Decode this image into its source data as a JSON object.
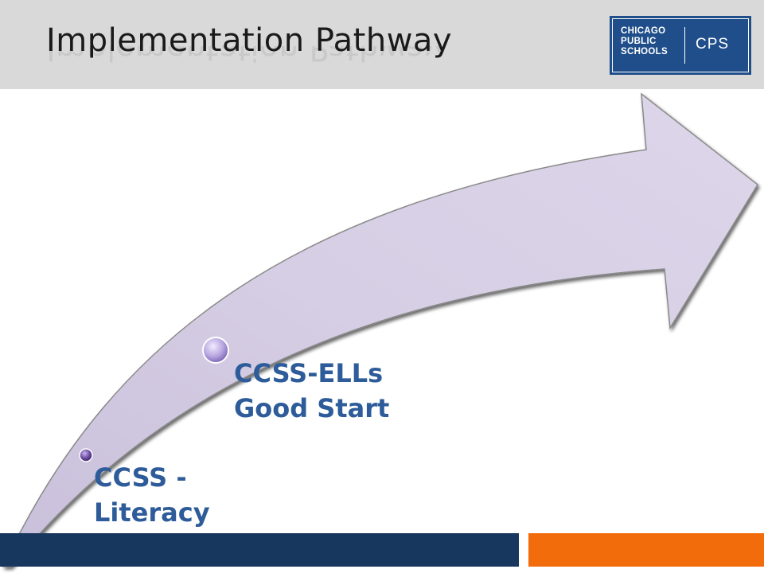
{
  "slide": {
    "title": "Implementation Pathway"
  },
  "logo": {
    "left_lines": [
      "CHICAGO",
      "PUBLIC",
      "SCHOOLS"
    ],
    "right_text": "CPS"
  },
  "milestones": [
    {
      "lines": [
        "CCSS -",
        "Literacy"
      ]
    },
    {
      "lines": [
        "CCSS-ELLs",
        "Good Start"
      ]
    }
  ],
  "colors": {
    "header_band": "#d9d9d9",
    "logo_bg": "#1f4e8a",
    "arrow_fill": "#d4cce0",
    "label_text": "#2e5c9a",
    "footer_blue": "#17375e",
    "footer_orange": "#f26c0c",
    "dot_small": "#6b4ca0",
    "dot_large": "#b8a6e0"
  }
}
